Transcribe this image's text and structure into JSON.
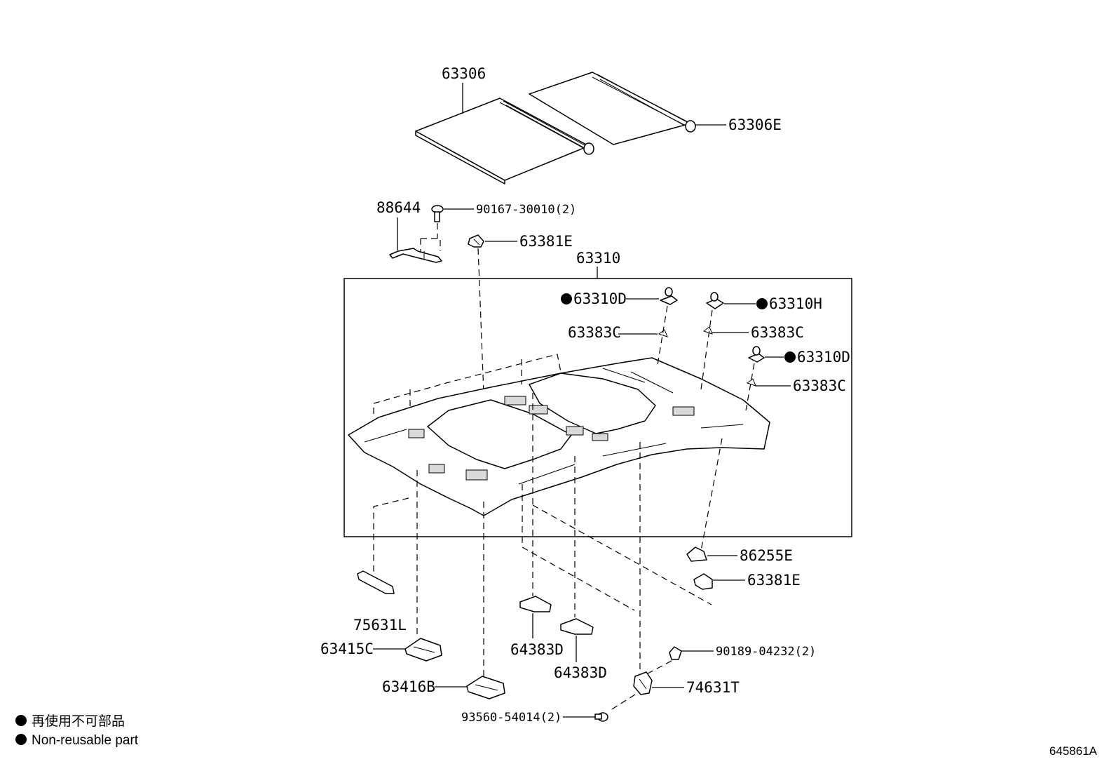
{
  "parts": {
    "p63306": "63306",
    "p63306E": "63306E",
    "p88644": "88644",
    "p90167": "90167-30010(2)",
    "p63381E_top": "63381E",
    "p63310": "63310",
    "p63310D_a": "63310D",
    "p63310H": "63310H",
    "p63383C_a": "63383C",
    "p63383C_b": "63383C",
    "p63310D_b": "63310D",
    "p63383C_c": "63383C",
    "p86255E": "86255E",
    "p63381E_bottom": "63381E",
    "p75631L": "75631L",
    "p63415C": "63415C",
    "p64383D_a": "64383D",
    "p64383D_b": "64383D",
    "p63416B": "63416B",
    "p90189": "90189-04232(2)",
    "p74631T": "74631T",
    "p93560": "93560-54014(2)"
  },
  "legend": {
    "line_jp": "再使用不可部品",
    "line_en": "Non-reusable part"
  },
  "diagram_ref": "645861A"
}
